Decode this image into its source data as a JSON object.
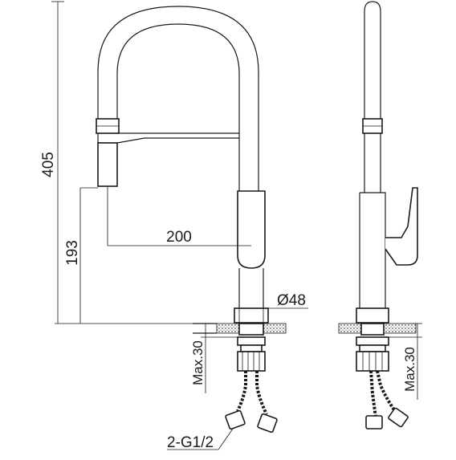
{
  "dimensions": {
    "total_height": "405",
    "spout_height": "193",
    "spout_reach": "200",
    "body_diameter": "Ø48",
    "max_counter_front": "Max.30",
    "max_counter_side": "Max.30",
    "connection": "2-G1/2"
  },
  "colors": {
    "line": "#1a1a1a",
    "background": "#ffffff",
    "hatch": "#555555"
  }
}
